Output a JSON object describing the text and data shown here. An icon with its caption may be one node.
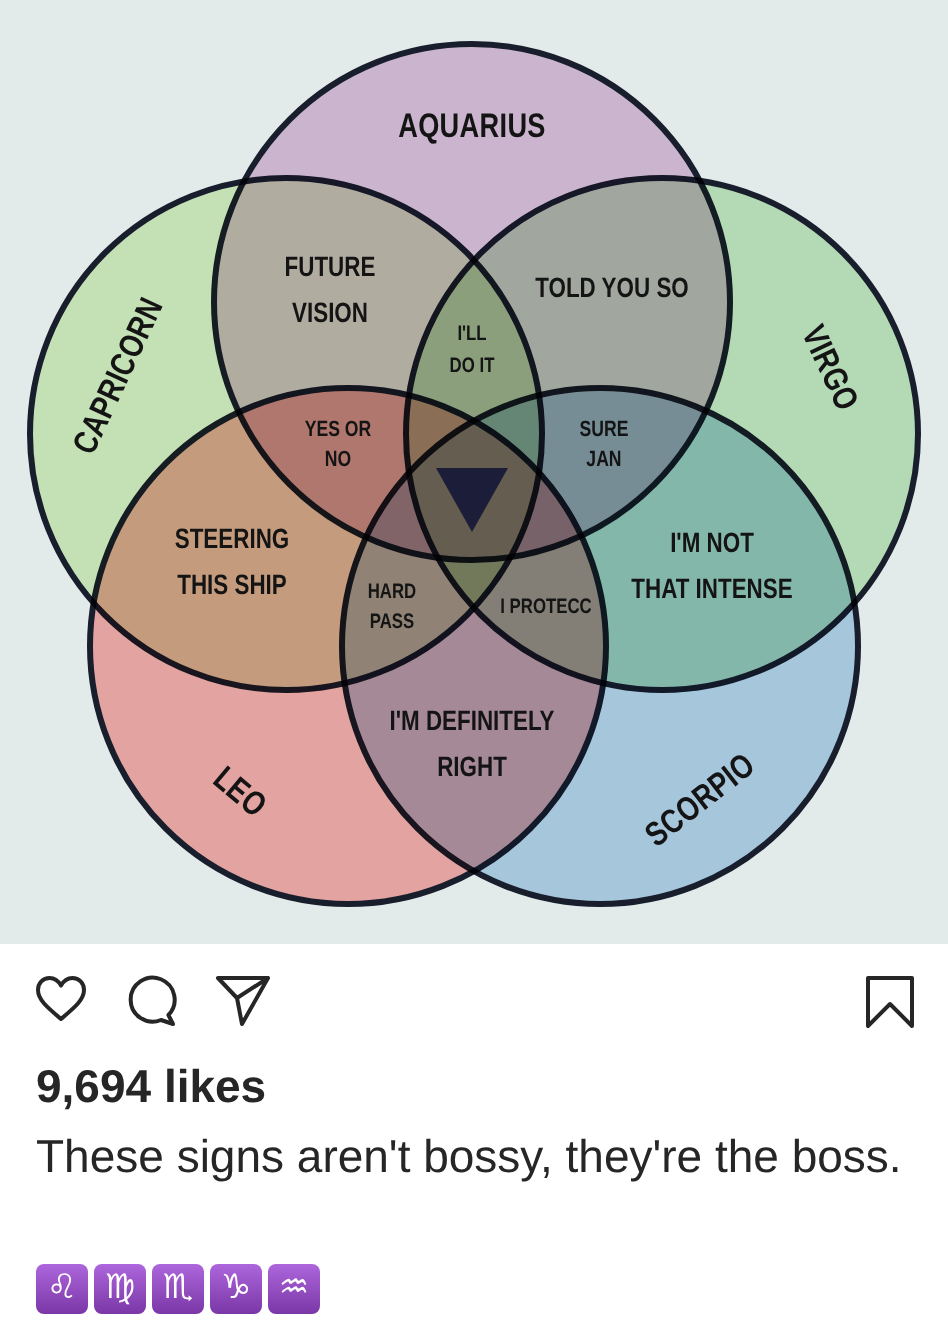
{
  "diagram": {
    "caption": "These signs aren't bossy, they're the boss.",
    "nodes": [
      {
        "text": [
          "AQUARIUS"
        ]
      },
      {
        "text": [
          "CAPRICORN"
        ]
      },
      {
        "text": [
          "VIRGO"
        ]
      },
      {
        "text": [
          "LEO"
        ]
      },
      {
        "text": [
          "SCORPIO"
        ]
      }
    ],
    "labels": [
      "FUTURE VISION",
      "TOLD YOU SO",
      "I'LL DO IT",
      "YES OR NO",
      "SURE JAN",
      "STEERING THIS SHIP",
      "I'M NOT THAT INTENSE",
      "HARD PASS",
      "I PROTECC",
      "I'M DEFINITELY RIGHT",
      "9,694 likes",
      "♌",
      "♍",
      "♏",
      "♑",
      "♒"
    ]
  }
}
